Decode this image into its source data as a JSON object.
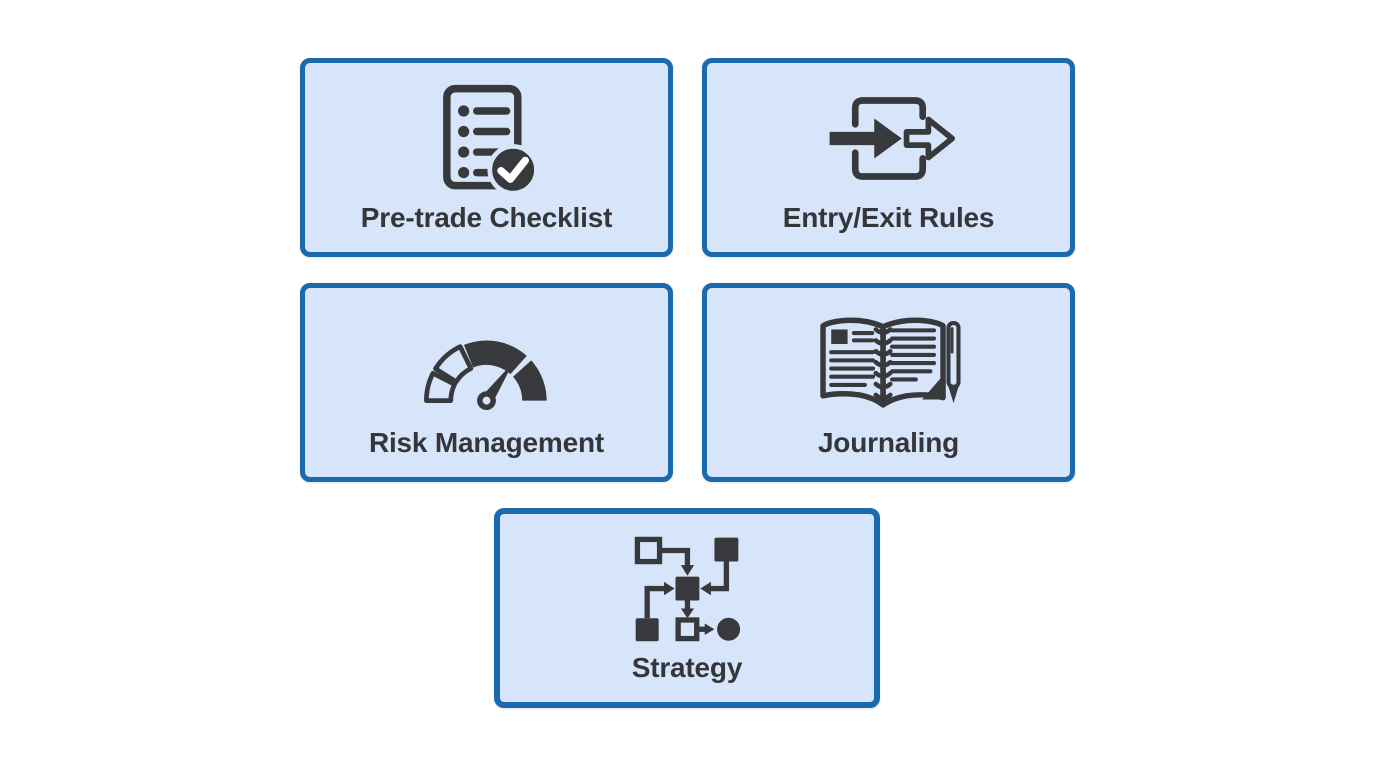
{
  "diagram": {
    "title": "trading-discipline-components",
    "cards": [
      {
        "id": "pre-trade-checklist",
        "label": "Pre-trade Checklist",
        "icon": "checklist-icon"
      },
      {
        "id": "entry-exit-rules",
        "label": "Entry/Exit Rules",
        "icon": "entry-exit-arrows-icon"
      },
      {
        "id": "risk-management",
        "label": "Risk Management",
        "icon": "gauge-icon"
      },
      {
        "id": "journaling",
        "label": "Journaling",
        "icon": "journal-pen-icon"
      },
      {
        "id": "strategy",
        "label": "Strategy",
        "icon": "flowchart-icon"
      }
    ]
  },
  "theme": {
    "card_bg": "#d7e5fa",
    "card_border": "#1a6aad",
    "icon_color": "#38393c",
    "label_color": "#35363a",
    "check_color": "#ffffff",
    "page_bg": "#ffffff"
  }
}
